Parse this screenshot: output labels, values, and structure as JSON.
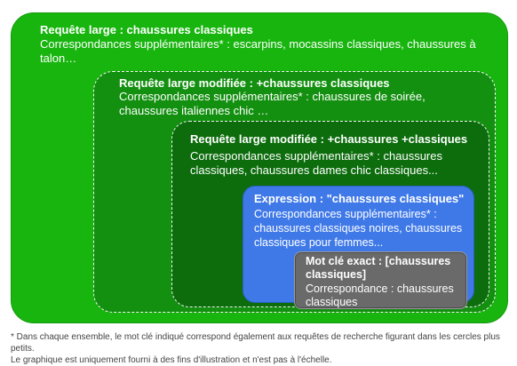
{
  "boxes": {
    "broad": {
      "title": "Requête large : chaussures classiques",
      "desc": "Correspondances supplémentaires* : escarpins, mocassins classiques, chaussures à talon…",
      "color": "#18b50f"
    },
    "modified1": {
      "title": "Requête large modifiée : +chaussures classiques",
      "desc": "Correspondances supplémentaires* : chaussures de soirée, chaussures italiennes chic …",
      "color": "#139010"
    },
    "modified2": {
      "title": "Requête large modifiée : +chaussures +classiques",
      "desc": "Correspondances supplémentaires* : chaussures classiques, chaussures dames chic classiques...",
      "color": "#0d6d0d"
    },
    "phrase": {
      "title": "Expression : \"chaussures classiques\"",
      "desc": "Correspondances supplémentaires* : chaussures classiques noires, chaussures classiques pour femmes...",
      "color": "#3f79e8"
    },
    "exact": {
      "title": "Mot clé exact : [chaussures classiques]",
      "desc": "Correspondance : chaussures classiques",
      "color": "#6a6a6a"
    }
  },
  "footnote": {
    "line1": "* Dans chaque ensemble, le mot clé indiqué correspond également aux requêtes de recherche figurant dans les cercles plus petits.",
    "line2": "Le graphique est uniquement fourni à des fins d'illustration et n'est pas à l'échelle."
  }
}
